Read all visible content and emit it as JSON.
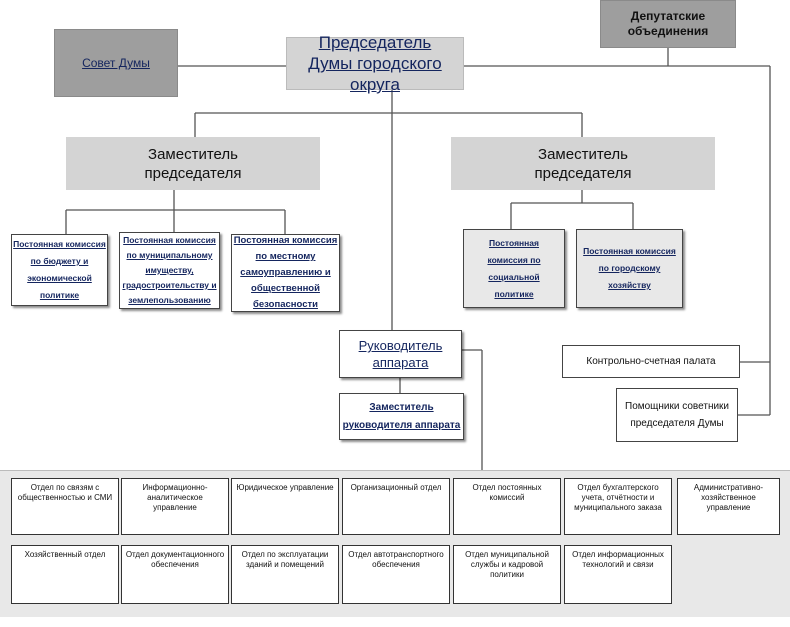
{
  "top": {
    "deputy_groups": "Депутатские объединения",
    "duma_council": "Совет Думы",
    "chairman": "Председатель Думы городского округа"
  },
  "deputies": {
    "left": "Заместитель председателя",
    "right": "Заместитель председателя"
  },
  "commissions": {
    "budget": "Постоянная комиссия по бюджету и экономической политике",
    "property": "Постоянная комиссия по муниципальному имуществу, градостроительству и землепользованию",
    "self_gov": "Постоянная комиссия по местному самоуправлению и общественной безопасности",
    "social": "Постоянная комиссия по социальной политике",
    "urban": "Постоянная комиссия по городскому хозяйству"
  },
  "apparatus": {
    "head": "Руководитель аппарата",
    "deputy_head": "Заместитель руководителя аппарата"
  },
  "side": {
    "audit_chamber": "Контрольно-счетная палата",
    "assistants": "Помощники советники председателя Думы"
  },
  "departments": {
    "row1": [
      "Отдел по связям с общественностью и СМИ",
      "Информационно-аналитическое управление",
      "Юридическое управление",
      "Организационный отдел",
      "Отдел постоянных комиссий",
      "Отдел бухгалтерского учета, отчётности и муниципального заказа",
      "Административно-хозяйственное управление"
    ],
    "row2": [
      "Хозяйственный отдел",
      "Отдел документационного обеспечения",
      "Отдел по эксплуатации зданий и помещений",
      "Отдел автотранспортного обеспечения",
      "Отдел муниципальной службы и кадровой политики",
      "Отдел информационных технологий и связи"
    ]
  }
}
